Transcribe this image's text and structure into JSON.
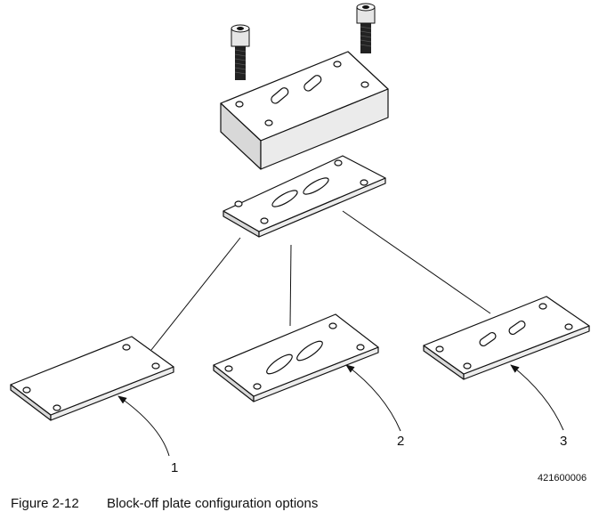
{
  "callouts": {
    "one": "1",
    "two": "2",
    "three": "3"
  },
  "document_number": "421600006",
  "caption": {
    "figure_number": "Figure 2-12",
    "title": "Block-off plate configuration options"
  }
}
